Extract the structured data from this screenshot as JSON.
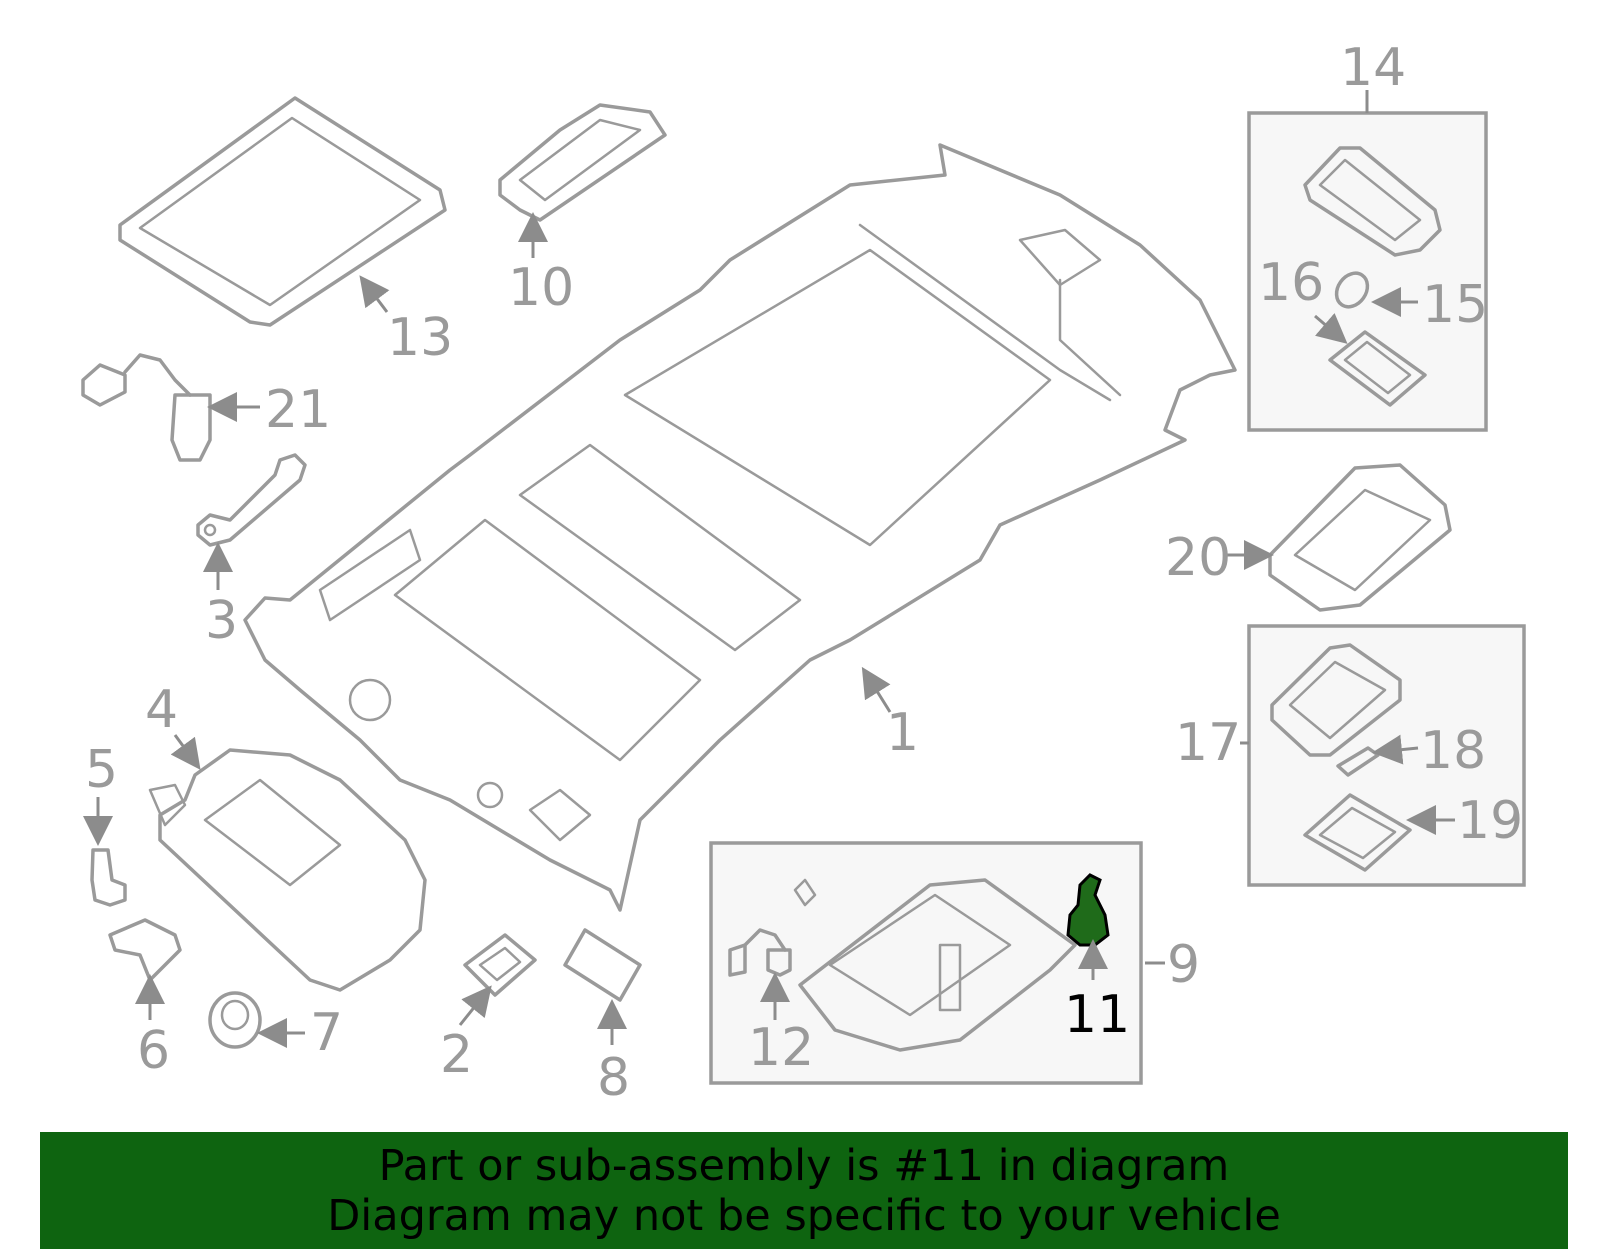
{
  "diagram": {
    "callouts": [
      "1",
      "2",
      "3",
      "4",
      "5",
      "6",
      "7",
      "8",
      "9",
      "10",
      "11",
      "12",
      "13",
      "14",
      "15",
      "16",
      "17",
      "18",
      "19",
      "20",
      "21"
    ],
    "highlighted_callout": "11",
    "colors": {
      "line": "#9a9a9a",
      "highlight_part": "#1f6b1a",
      "banner": "#0e6410"
    }
  },
  "banner": {
    "line1": "Part or sub-assembly is #11 in diagram",
    "line2": "Diagram may not be specific to your vehicle"
  }
}
